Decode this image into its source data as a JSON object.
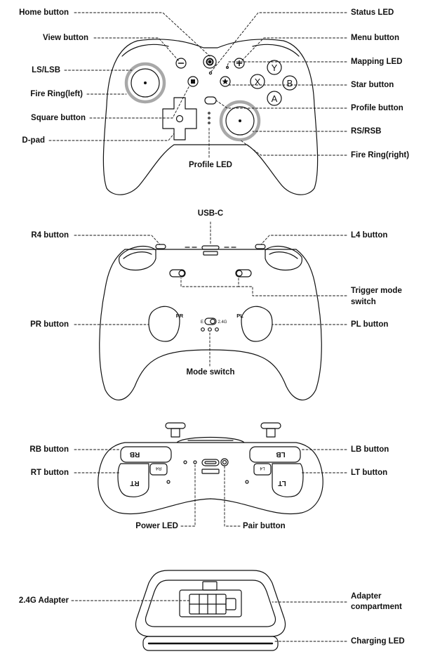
{
  "labels": {
    "home_button": "Home button",
    "view_button": "View button",
    "ls_lsb": "LS/LSB",
    "fire_ring_left": "Fire Ring(left)",
    "square_button": "Square button",
    "d_pad": "D-pad",
    "status_led": "Status LED",
    "menu_button": "Menu button",
    "mapping_led": "Mapping LED",
    "star_button": "Star button",
    "profile_button": "Profile button",
    "rs_rsb": "RS/RSB",
    "fire_ring_right": "Fire Ring(right)",
    "profile_led": "Profile LED",
    "usb_c": "USB-C",
    "r4_button": "R4 button",
    "l4_button": "L4 button",
    "trigger_mode_switch_line1": "Trigger mode",
    "trigger_mode_switch_line2": "switch",
    "pr_button": "PR button",
    "pl_button": "PL button",
    "mode_switch": "Mode switch",
    "rb_button": "RB button",
    "lb_button": "LB button",
    "rt_button": "RT button",
    "lt_button": "LT button",
    "power_led": "Power LED",
    "pair_button": "Pair button",
    "adapter_2_4g": "2.4G Adapter",
    "adapter_compartment_line1": "Adapter",
    "adapter_compartment_line2": "compartment",
    "charging_led": "Charging LED"
  },
  "device_marks": {
    "face_y": "Y",
    "face_x": "X",
    "face_b": "B",
    "face_a": "A",
    "paddle_pr": "PR",
    "paddle_pl": "PL",
    "mode_e": "E",
    "mode_2_4g": "2.4G",
    "bumper_rb": "RB",
    "bumper_lb": "LB",
    "trigger_rt": "RT",
    "trigger_lt": "LT",
    "back_r4": "R4",
    "back_l4": "L4"
  },
  "colors": {
    "line": "#111111",
    "fire_ring": "#a8a8a8",
    "label": "#111111"
  }
}
